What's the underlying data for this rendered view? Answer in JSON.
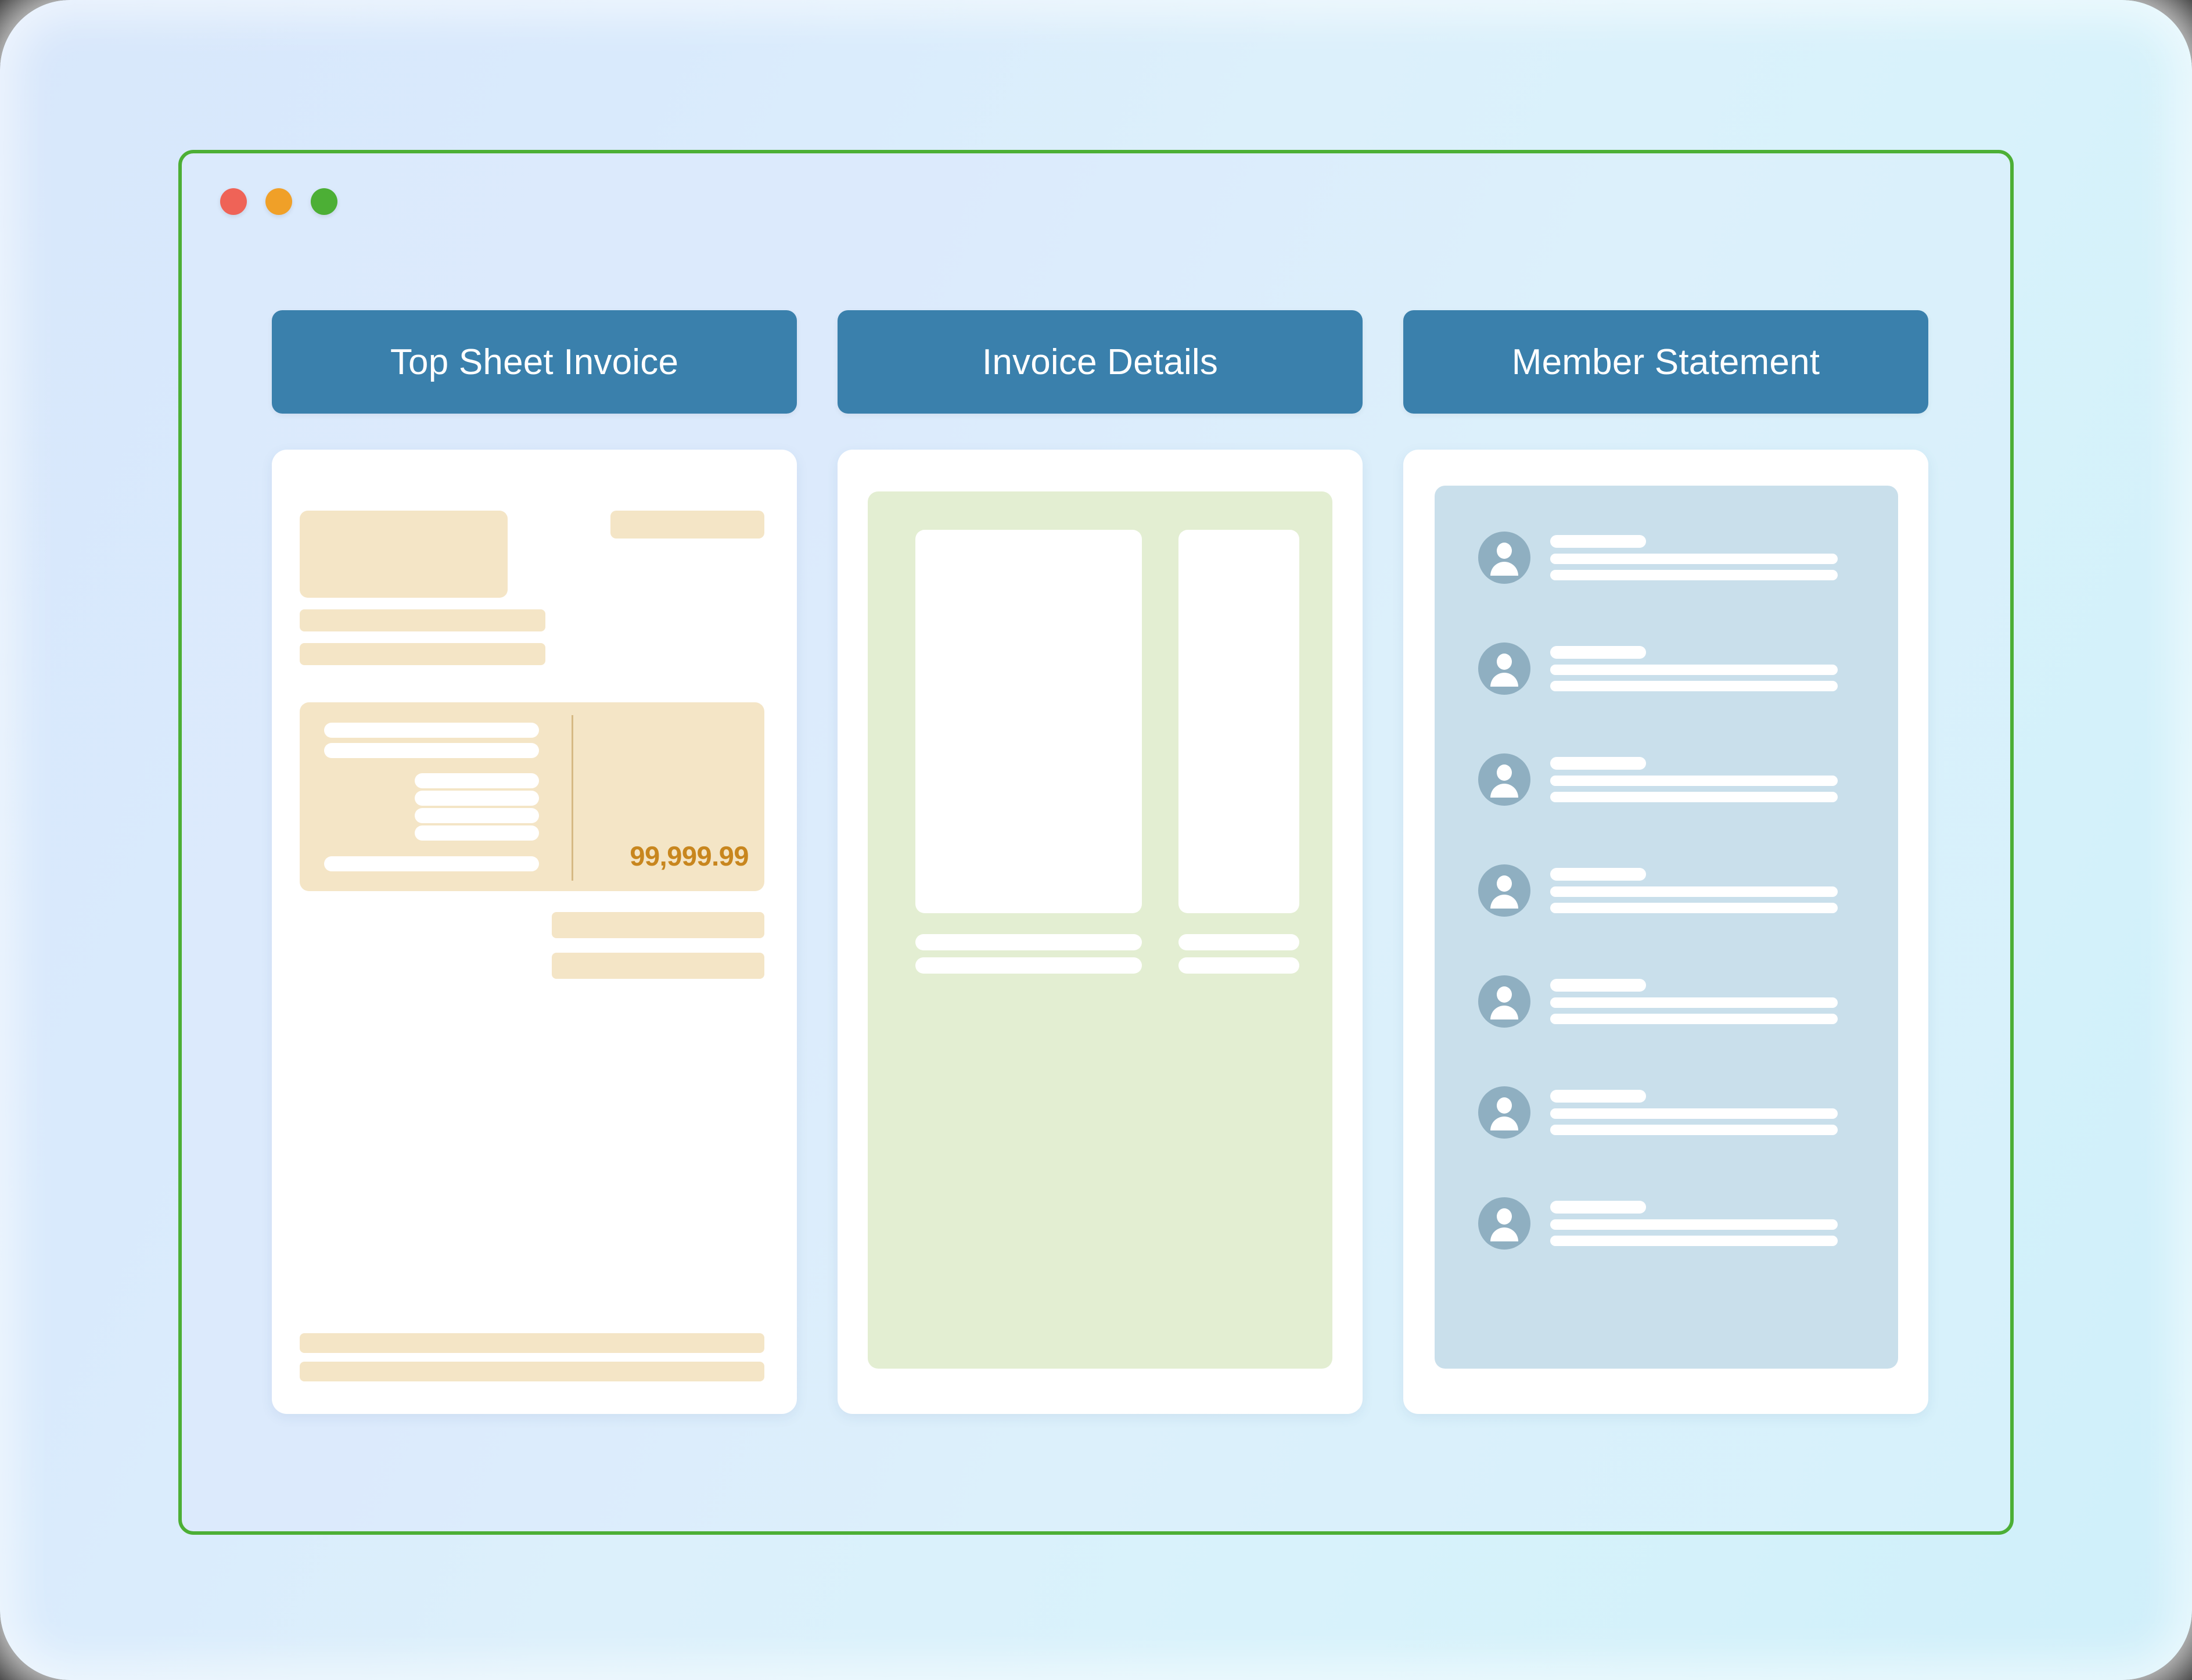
{
  "window": {
    "traffic_lights": [
      {
        "name": "close",
        "color": "#ef6357"
      },
      {
        "name": "minimize",
        "color": "#f0a028"
      },
      {
        "name": "maximize",
        "color": "#4caf35"
      }
    ],
    "border_color": "#4caf35"
  },
  "theme": {
    "tab_background": "#3a80ac",
    "tab_text": "#ffffff",
    "card_background": "#ffffff",
    "invoice_accent": "#f4e5c6",
    "invoice_amount_color": "#c8861e",
    "details_accent": "#e3eed2",
    "member_accent": "#c9dfeb",
    "avatar_color": "#8fafc1",
    "backdrop_from": "#d8e7fb",
    "backdrop_to": "#cfeffa"
  },
  "columns": [
    {
      "id": "top-sheet-invoice",
      "tab_label": "Top Sheet Invoice",
      "card": {
        "amount": "99,999.99",
        "logo_placeholder": true,
        "meta_placeholder": true,
        "address_lines": 2,
        "panel_left_lines": 3,
        "panel_indent_lines": 4,
        "total_rows": 2,
        "footer_lines": 2
      }
    },
    {
      "id": "invoice-details",
      "tab_label": "Invoice Details",
      "card": {
        "table_columns": 2,
        "summary_rows": 2
      }
    },
    {
      "id": "member-statement",
      "tab_label": "Member Statement",
      "card": {
        "member_rows": 7,
        "lines_per_row": 3
      }
    }
  ]
}
